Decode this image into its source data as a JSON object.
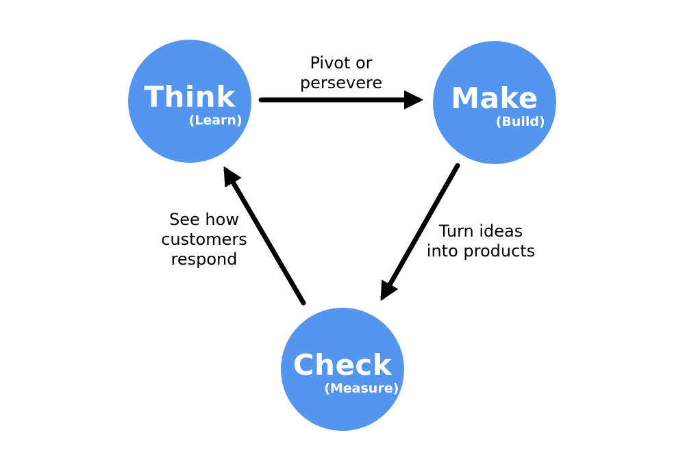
{
  "colors": {
    "background": "#ffffff",
    "node": "#5496ee",
    "node_text": "#ffffff",
    "arrow": "#000000",
    "label_text": "#000000"
  },
  "nodes": [
    {
      "id": "think",
      "label": "Think",
      "sublabel": "(Learn)"
    },
    {
      "id": "make",
      "label": "Make",
      "sublabel": "(Build)"
    },
    {
      "id": "check",
      "label": "Check",
      "sublabel": "(Measure)"
    }
  ],
  "edges": [
    {
      "from": "think",
      "to": "make",
      "label": "Pivot or persevere",
      "label_lines": [
        "Pivot or",
        "persevere"
      ]
    },
    {
      "from": "make",
      "to": "check",
      "label": "Turn ideas into products",
      "label_lines": [
        "Turn ideas",
        "into products"
      ]
    },
    {
      "from": "check",
      "to": "think",
      "label": "See how customers respond",
      "label_lines": [
        "See how",
        "customers",
        "respond"
      ]
    }
  ]
}
